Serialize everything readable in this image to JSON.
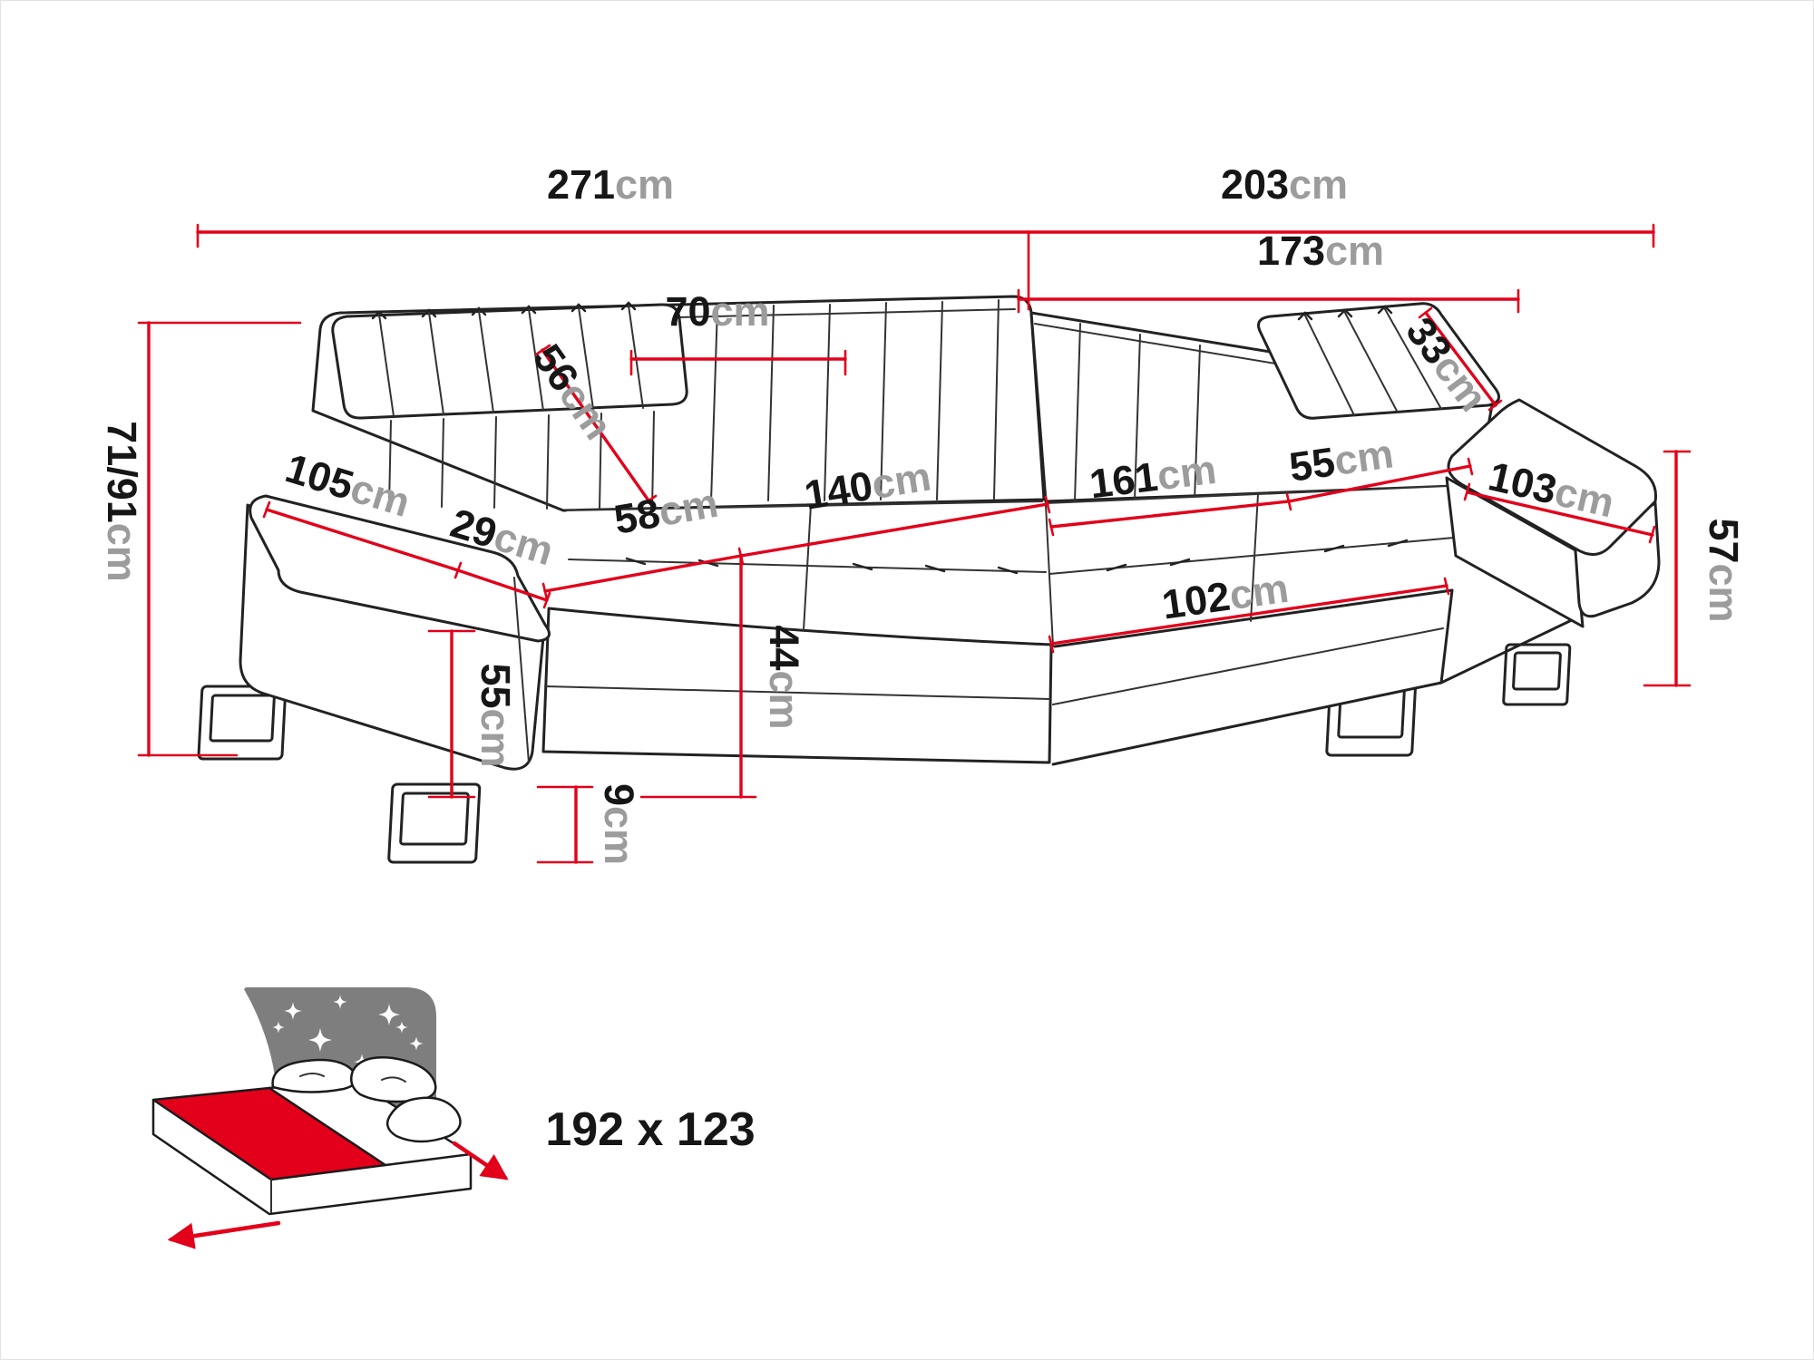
{
  "diagram_title": "corner-sofa-dimensions",
  "dims": {
    "total_width": {
      "value": "271",
      "unit": "cm"
    },
    "side_depth": {
      "value": "203",
      "unit": "cm"
    },
    "side_inner_depth": {
      "value": "173",
      "unit": "cm"
    },
    "headrest_width": {
      "value": "70",
      "unit": "cm"
    },
    "backrest_slope": {
      "value": "56",
      "unit": "cm"
    },
    "seat_depth": {
      "value": "58",
      "unit": "cm"
    },
    "seat_width_left": {
      "value": "140",
      "unit": "cm"
    },
    "seat_width_right": {
      "value": "161",
      "unit": "cm"
    },
    "corner_seat": {
      "value": "55",
      "unit": "cm"
    },
    "side_headrest": {
      "value": "33",
      "unit": "cm"
    },
    "armrest_top_right": {
      "value": "103",
      "unit": "cm"
    },
    "front_edge_right": {
      "value": "102",
      "unit": "cm"
    },
    "height_right": {
      "value": "57",
      "unit": "cm"
    },
    "height_range": {
      "value": "71/91",
      "unit": "cm"
    },
    "armrest_length": {
      "value": "105",
      "unit": "cm"
    },
    "armrest_width": {
      "value": "29",
      "unit": "cm"
    },
    "armrest_height": {
      "value": "55",
      "unit": "cm"
    },
    "seat_height": {
      "value": "44",
      "unit": "cm"
    },
    "leg_height": {
      "value": "9",
      "unit": "cm"
    }
  },
  "sleeping_area": {
    "label": "192 x 123"
  },
  "colors": {
    "dimension_red": "#e2001a",
    "outline_black": "#222222",
    "unit_gray": "#9c9c9c",
    "night_sky_gray": "#7e7e7e"
  }
}
